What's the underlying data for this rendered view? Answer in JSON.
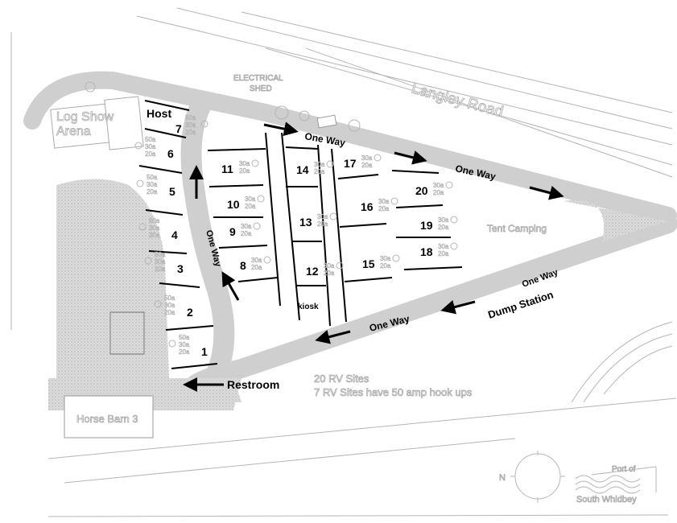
{
  "map": {
    "road_name": "Langley Road",
    "buildings": {
      "electrical_shed": [
        "ELECTRICAL",
        "SHED"
      ],
      "log_show_arena": [
        "Log Show",
        "Arena"
      ],
      "horse_barn": "Horse Barn 3",
      "kiosk": "kiosk"
    },
    "host_label": "Host",
    "sites": [
      "1",
      "2",
      "3",
      "4",
      "5",
      "6",
      "7",
      "8",
      "9",
      "10",
      "11",
      "12",
      "13",
      "14",
      "15",
      "16",
      "17",
      "18",
      "19",
      "20"
    ],
    "hookups": {
      "sites_1_to_7": [
        "50a",
        "30a",
        "20a"
      ],
      "sites_8_to_20": [
        "30a",
        "20a"
      ]
    },
    "one_way_label": "One Way",
    "dump_station": "Dump Station",
    "restroom": "Restroom",
    "tent_camping": "Tent Camping",
    "notes": [
      "20 RV Sites",
      "7 RV Sites have 50 amp hook ups"
    ],
    "compass_label": "N",
    "logo": [
      "Port of",
      "South Whidbey"
    ],
    "colors": {
      "road": "#cfcfcf",
      "ink": "#000000",
      "faint": "#aaaaaa"
    }
  }
}
